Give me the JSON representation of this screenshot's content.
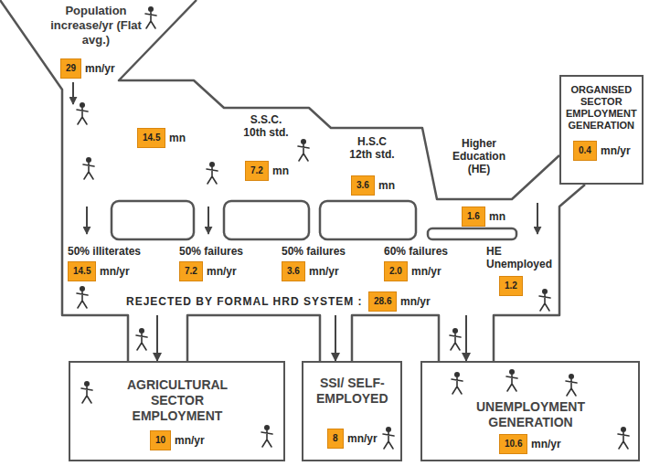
{
  "diagram": {
    "nodes": [
      {
        "text": [
          "29"
        ]
      },
      {
        "text": [
          "14.5"
        ]
      },
      {
        "text": [
          "7.2"
        ]
      },
      {
        "text": [
          "3.6"
        ]
      },
      {
        "text": [
          "1.6"
        ]
      },
      {
        "text": [
          "ORGANISED SECTOR EMPLOYMENT GENERATION",
          "mn/yr"
        ]
      },
      {
        "text": [
          "0.4"
        ],
        "in": 5
      },
      {
        "text": [
          "50% illiterates",
          "mn/yr",
          "50% failures",
          "mn/yr",
          "50% failures",
          "mn/yr",
          "60% failures",
          "mn/yr",
          "HE Unemployed",
          "REJECTED BY FORMAL HRD SYSTEM :",
          "mn/yr"
        ]
      },
      {
        "text": [
          "14.5"
        ],
        "in": 7
      },
      {
        "text": [
          "7.2"
        ],
        "in": 7
      },
      {
        "text": [
          "3.6"
        ],
        "in": 7
      },
      {
        "text": [
          "2.0"
        ],
        "in": 7
      },
      {
        "text": [
          "1.2"
        ],
        "in": 7
      },
      {
        "text": [
          "28.6"
        ],
        "in": 7
      },
      {
        "text": [
          "AGRICULTURAL SECTOR EMPLOYMENT",
          "mn/yr"
        ]
      },
      {
        "text": [
          "10"
        ],
        "in": 14
      },
      {
        "text": [
          "SSI/ SELF- EMPLOYED",
          "mn/yr"
        ]
      },
      {
        "text": [
          "8"
        ],
        "in": 16
      },
      {
        "text": [
          "UNEMPLOYMENT GENERATION",
          "mn/yr"
        ]
      },
      {
        "text": [
          "10.6"
        ],
        "in": 18
      }
    ],
    "edges": [
      {
        "from": 7,
        "to": 14,
        "arrow": "to"
      },
      {
        "from": 7,
        "to": 16,
        "arrow": "to"
      },
      {
        "from": 7,
        "to": 18,
        "arrow": "to"
      }
    ],
    "labels": [
      "Population increase/yr (Flat avg.)",
      "mn/yr",
      "mn",
      "S.S.C. 10th std.",
      "mn",
      "H.S.C 12th std.",
      "mn",
      "Higher Education (HE)",
      "mn"
    ]
  }
}
